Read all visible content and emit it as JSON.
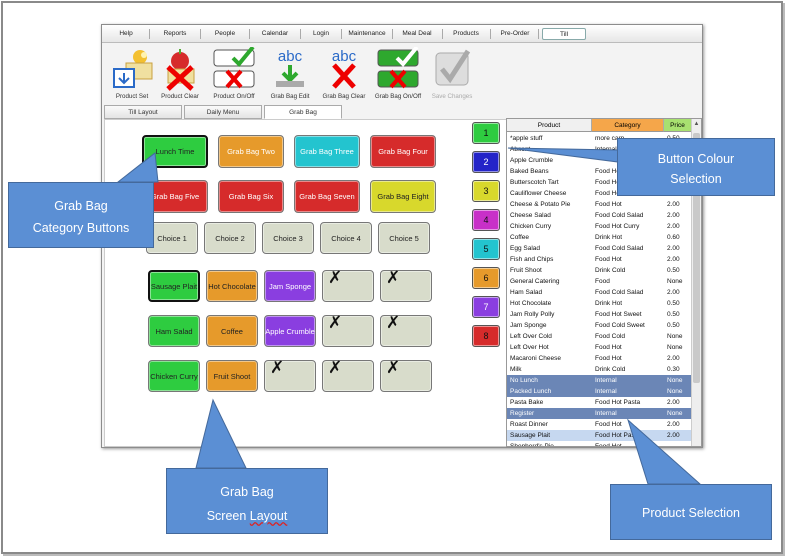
{
  "menu": [
    "Help",
    "Reports",
    "People",
    "Calendar",
    "Login",
    "Maintenance",
    "Meal Deal",
    "Products",
    "Pre-Order",
    "Till"
  ],
  "toolbar": {
    "product_set": "Product Set",
    "product_clear": "Product Clear",
    "product_onoff": "Product On/Off",
    "gb_edit": "Grab Bag Edit",
    "gb_clear": "Grab Bag Clear",
    "gb_onoff": "Grab Bag On/Off",
    "save": "Save Changes"
  },
  "tabs": [
    "Till Layout",
    "Daily Menu",
    "Grab Bag"
  ],
  "grab_bags": [
    {
      "label": "Lunch Time",
      "color": "#2ecc40",
      "selected": true
    },
    {
      "label": "Grab Bag Two",
      "color": "#e69a2b"
    },
    {
      "label": "Grab Bag Three",
      "color": "#23c4cf"
    },
    {
      "label": "Grab Bag Four",
      "color": "#d62b2b"
    },
    {
      "label": "Grab Bag Five",
      "color": "#d62b2b"
    },
    {
      "label": "Grab Bag Six",
      "color": "#d62b2b"
    },
    {
      "label": "Grab Bag Seven",
      "color": "#d62b2b"
    },
    {
      "label": "Grab Bag Eight",
      "color": "#d8d82c"
    }
  ],
  "choices": [
    "Choice 1",
    "Choice 2",
    "Choice 3",
    "Choice 4",
    "Choice 5"
  ],
  "products_grid": [
    {
      "label": "Sausage Plait",
      "color": "#2ecc40",
      "selected": true
    },
    {
      "label": "Hot Chocolate",
      "color": "#e69a2b"
    },
    {
      "label": "Jam Sponge",
      "color": "#8a3ee0"
    },
    {
      "label": "",
      "x": true
    },
    {
      "label": "",
      "x": true
    },
    {
      "label": "Ham Salad",
      "color": "#2ecc40"
    },
    {
      "label": "Coffee",
      "color": "#e69a2b"
    },
    {
      "label": "Apple Crumble",
      "color": "#8a3ee0"
    },
    {
      "label": "",
      "x": true
    },
    {
      "label": "",
      "x": true
    },
    {
      "label": "Chicken Curry",
      "color": "#2ecc40"
    },
    {
      "label": "Fruit Shoot",
      "color": "#e69a2b"
    },
    {
      "label": "",
      "x": true
    },
    {
      "label": "",
      "x": true
    },
    {
      "label": "",
      "x": true
    }
  ],
  "colour_buttons": [
    {
      "n": "1",
      "color": "#2ecc40"
    },
    {
      "n": "2",
      "color": "#2424c8"
    },
    {
      "n": "3",
      "color": "#d8d82c"
    },
    {
      "n": "4",
      "color": "#c830c8"
    },
    {
      "n": "5",
      "color": "#23c4cf"
    },
    {
      "n": "6",
      "color": "#e69a2b"
    },
    {
      "n": "7",
      "color": "#8a3ee0"
    },
    {
      "n": "8",
      "color": "#d62b2b"
    }
  ],
  "product_list": {
    "headers": [
      "Product",
      "Category",
      "Price"
    ],
    "rows": [
      [
        "*apple stuff",
        "more carp",
        "0.50",
        ""
      ],
      [
        "Absent",
        "Internal",
        "",
        ""
      ],
      [
        "Apple Crumble",
        "",
        "",
        ""
      ],
      [
        "Baked Beans",
        "Food Hot",
        "",
        ""
      ],
      [
        "Butterscotch Tart",
        "Food Hot",
        "",
        ""
      ],
      [
        "Cauliflower Cheese",
        "Food Hot",
        "",
        ""
      ],
      [
        "Cheese & Potato Pie",
        "Food Hot",
        "2.00",
        ""
      ],
      [
        "Cheese Salad",
        "Food Cold Salad",
        "2.00",
        ""
      ],
      [
        "Chicken Curry",
        "Food Hot Curry",
        "2.00",
        ""
      ],
      [
        "Coffee",
        "Drink Hot",
        "0.60",
        ""
      ],
      [
        "Egg Salad",
        "Food Cold Salad",
        "2.00",
        ""
      ],
      [
        "Fish and Chips",
        "Food Hot",
        "2.00",
        ""
      ],
      [
        "Fruit Shoot",
        "Drink Cold",
        "0.50",
        ""
      ],
      [
        "General Catering",
        "Food",
        "None",
        ""
      ],
      [
        "Ham Salad",
        "Food Cold Salad",
        "2.00",
        ""
      ],
      [
        "Hot Chocolate",
        "Drink Hot",
        "0.50",
        ""
      ],
      [
        "Jam Rolly Polly",
        "Food Hot Sweet",
        "0.50",
        ""
      ],
      [
        "Jam Sponge",
        "Food Cold Sweet",
        "0.50",
        ""
      ],
      [
        "Left Over Cold",
        "Food Cold",
        "None",
        ""
      ],
      [
        "Left Over Hot",
        "Food Hot",
        "None",
        ""
      ],
      [
        "Macaroni Cheese",
        "Food Hot",
        "2.00",
        ""
      ],
      [
        "Milk",
        "Drink Cold",
        "0.30",
        ""
      ],
      [
        "No Lunch",
        "Internal",
        "None",
        "hl"
      ],
      [
        "Packed Lunch",
        "Internal",
        "None",
        "hl"
      ],
      [
        "Pasta Bake",
        "Food Hot Pasta",
        "2.00",
        ""
      ],
      [
        "Register",
        "Internal",
        "None",
        "hl"
      ],
      [
        "Roast Dinner",
        "Food Hot",
        "2.00",
        ""
      ],
      [
        "Sausage Plait",
        "Food Hot Pastry",
        "2.00",
        "lt"
      ],
      [
        "Shepherd's Pie",
        "Food Hot",
        "",
        ""
      ]
    ]
  },
  "callouts": {
    "category_line1": "Grab Bag",
    "category_line2": "Category  Buttons",
    "colour_line1": "Button Colour",
    "colour_line2": "Selection",
    "layout_line1": "Grab Bag",
    "layout_line2a": "Screen ",
    "layout_line2b": "Layout",
    "product": "Product Selection"
  }
}
